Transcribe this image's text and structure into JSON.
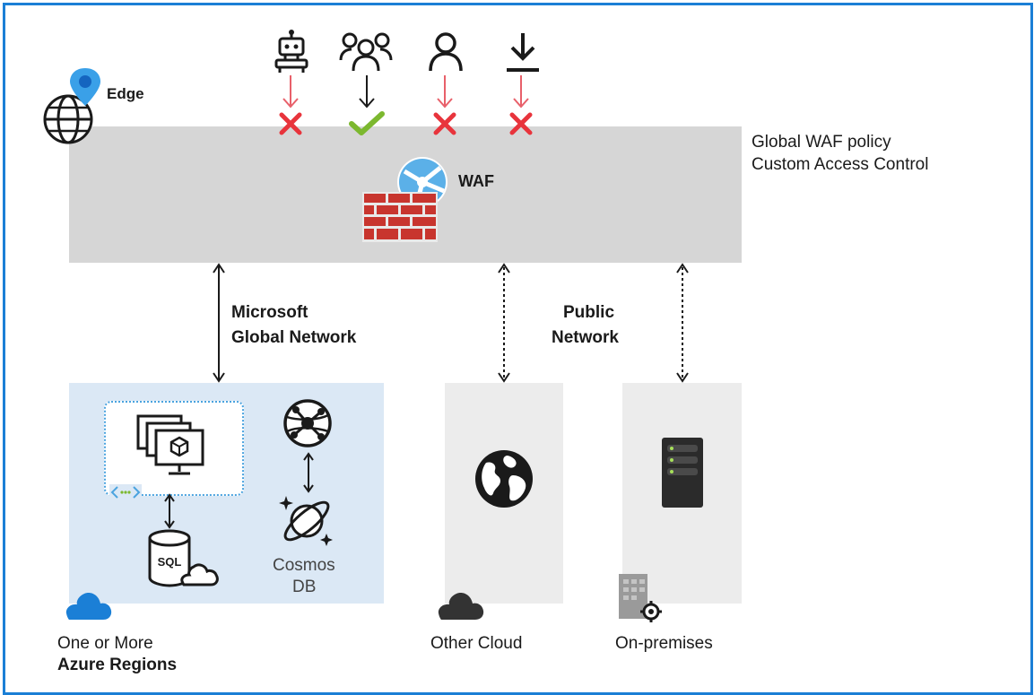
{
  "edge": {
    "label": "Edge"
  },
  "waf_band": {
    "waf_label": "WAF",
    "policy_line1": "Global WAF policy",
    "policy_line2": "Custom Access Control"
  },
  "clients": [
    {
      "icon": "bot-icon",
      "result": "blocked"
    },
    {
      "icon": "users-icon",
      "result": "allowed"
    },
    {
      "icon": "user-icon",
      "result": "blocked"
    },
    {
      "icon": "download-icon",
      "result": "blocked"
    }
  ],
  "networks": {
    "microsoft_line1": "Microsoft",
    "microsoft_line2": "Global Network",
    "public_line1": "Public",
    "public_line2": "Network"
  },
  "regions": {
    "azure_line1": "One or More",
    "azure_line2": "Azure Regions",
    "cosmos_line1": "Cosmos",
    "cosmos_line2": "DB",
    "sql_label": "SQL",
    "other_cloud": "Other Cloud",
    "on_premises": "On-premises"
  },
  "colors": {
    "frame": "#1b7fd6",
    "waf_band": "#d6d6d6",
    "azure_panel": "#dbe8f5",
    "gray_panel": "#ececec",
    "blocked": "#e8343c",
    "allowed": "#7cb82f",
    "azure_cloud": "#1b7fd6",
    "brick": "#c8352e"
  }
}
